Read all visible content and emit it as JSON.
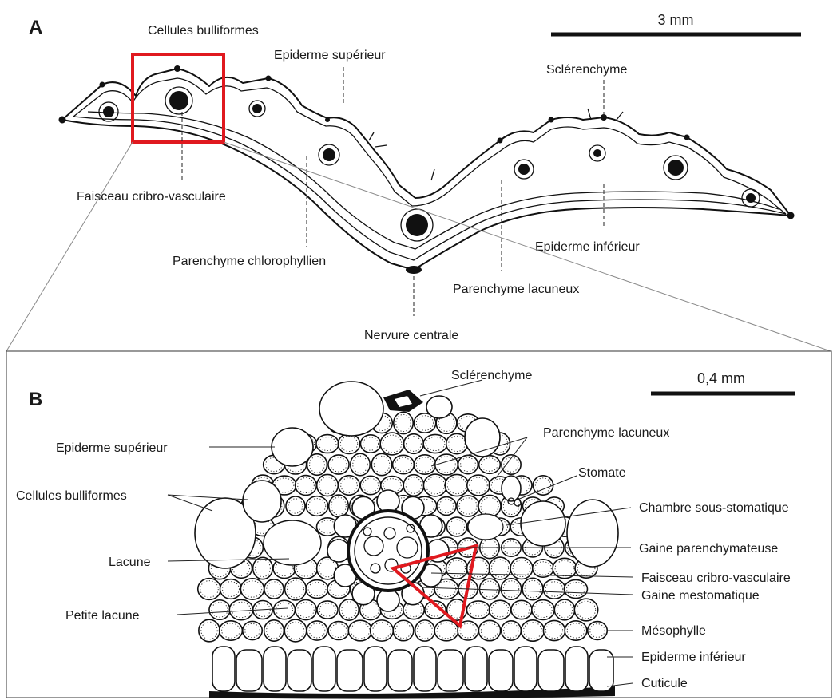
{
  "panel_a": {
    "letter": "A",
    "scale_bar": "3 mm",
    "labels": {
      "cellules_bulliformes": "Cellules bulliformes",
      "epiderme_superieur": "Epiderme supérieur",
      "sclerenchyme": "Sclérenchyme",
      "faisceau": "Faisceau cribro-vasculaire",
      "parenchyme_chloro": "Parenchyme chlorophyllien",
      "epiderme_inferieur": "Epiderme inférieur",
      "parenchyme_lacuneux": "Parenchyme lacuneux",
      "nervure_centrale": "Nervure centrale"
    },
    "highlight_color": "#e0191f"
  },
  "panel_b": {
    "letter": "B",
    "scale_bar": "0,4 mm",
    "labels": {
      "sclerenchyme": "Sclérenchyme",
      "epiderme_superieur": "Epiderme supérieur",
      "parenchyme_lacuneux": "Parenchyme lacuneux",
      "stomate": "Stomate",
      "cellules_bulliformes": "Cellules bulliformes",
      "chambre": "Chambre sous-stomatique",
      "lacune": "Lacune",
      "gaine_parench": "Gaine parenchymateuse",
      "faisceau": "Faisceau cribro-vasculaire",
      "gaine_mesto": "Gaine mestomatique",
      "petite_lacune": "Petite lacune",
      "mesophylle": "Mésophylle",
      "epiderme_inferieur": "Epiderme inférieur",
      "cuticule": "Cuticule"
    },
    "highlight_color": "#e0191f"
  }
}
